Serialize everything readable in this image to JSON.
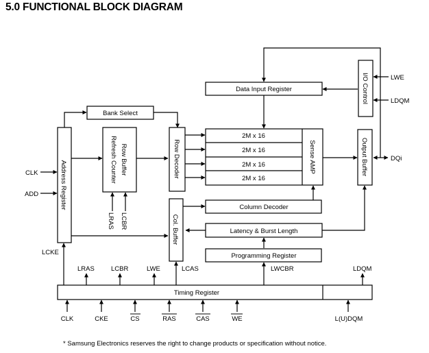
{
  "title": "5.0 FUNCTIONAL BLOCK DIAGRAM",
  "footnote": "* Samsung Electronics reserves the right to change products or specification without notice.",
  "blocks": {
    "bank_select": "Bank Select",
    "address_register": "Address Register",
    "row_buffer_line1": "Row Buffer",
    "row_buffer_line2": "Refresh Counter",
    "row_decoder": "Row Decoder",
    "col_buffer": "Col. Buffer",
    "data_input_register": "Data Input Register",
    "io_control": "I/O Control",
    "memory_banks": [
      "2M x 16",
      "2M x 16",
      "2M x 16",
      "2M x 16"
    ],
    "sense_amp": "Sense AMP",
    "output_buffer": "Output Buffer",
    "column_decoder": "Column Decoder",
    "latency_burst": "Latency & Burst Length",
    "programming_register": "Programming Register",
    "timing_register": "Timing Register"
  },
  "signals": {
    "clk_in": "CLK",
    "add_in": "ADD",
    "lcke": "LCKE",
    "lras_row": "LRAS",
    "lcbr_row": "LCBR",
    "lwe_io": "LWE",
    "ldqm_io": "LDQM",
    "dqi": "DQi",
    "timing_outputs": [
      "LRAS",
      "LCBR",
      "LWE",
      "LCAS",
      "LWCBR",
      "LDQM"
    ],
    "timing_inputs": [
      {
        "label": "CLK",
        "overbar": false
      },
      {
        "label": "CKE",
        "overbar": false
      },
      {
        "label": "CS",
        "overbar": true
      },
      {
        "label": "RAS",
        "overbar": true
      },
      {
        "label": "CAS",
        "overbar": true
      },
      {
        "label": "WE",
        "overbar": true
      },
      {
        "label": "L(U)DQM",
        "overbar": false
      }
    ]
  }
}
